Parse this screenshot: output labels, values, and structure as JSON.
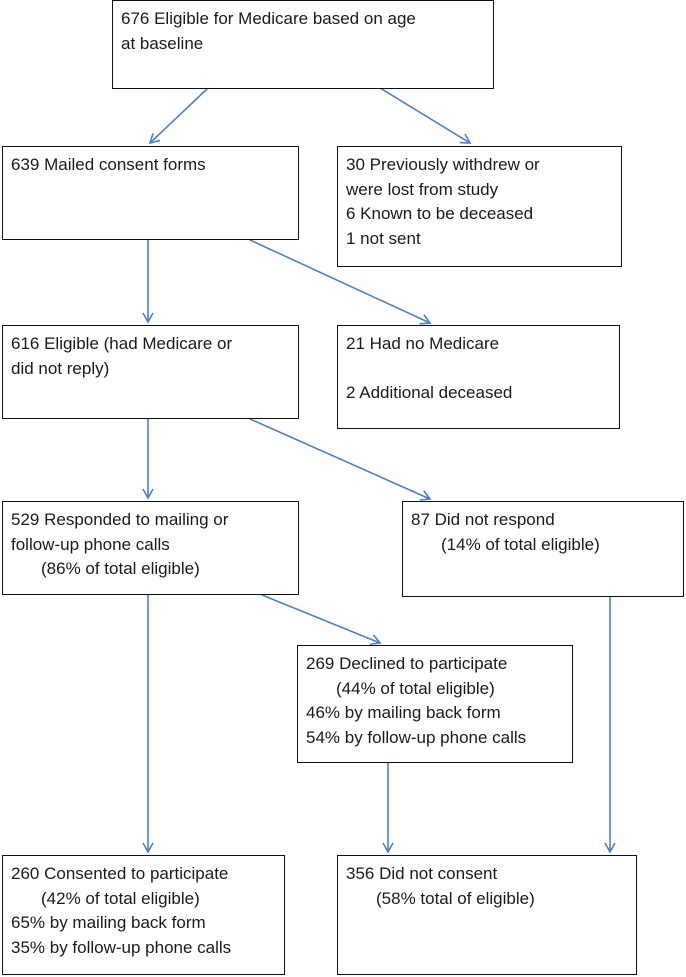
{
  "boxes": {
    "eligible_age": {
      "lines": [
        "676 Eligible for Medicare based on age",
        "at baseline"
      ]
    },
    "mailed": {
      "lines": [
        "639 Mailed consent forms"
      ]
    },
    "withdrew": {
      "lines": [
        "30 Previously withdrew or",
        "were lost from study",
        "6 Known to be deceased",
        "1 not sent"
      ]
    },
    "eligible_616": {
      "lines": [
        "616 Eligible (had Medicare or",
        "did not reply)"
      ]
    },
    "no_medicare": {
      "lines": [
        "21 Had no Medicare",
        "",
        "2 Additional deceased"
      ]
    },
    "responded": {
      "lines": [
        "529 Responded to mailing or",
        "follow-up phone calls",
        "(86% of total eligible)"
      ]
    },
    "not_respond": {
      "lines": [
        "87 Did not respond",
        "(14% of total eligible)"
      ]
    },
    "declined": {
      "lines": [
        "269 Declined to participate",
        "(44% of total eligible)",
        "46% by mailing back form",
        "54% by follow-up phone calls"
      ]
    },
    "consented": {
      "lines": [
        "260 Consented to participate",
        "(42% of total eligible)",
        "65% by mailing back form",
        "35% by follow-up phone calls"
      ]
    },
    "not_consent": {
      "lines": [
        "356 Did not consent",
        "(58% total of eligible)"
      ]
    }
  },
  "colors": {
    "arrow": "#4f81bd",
    "border": "#111111"
  }
}
